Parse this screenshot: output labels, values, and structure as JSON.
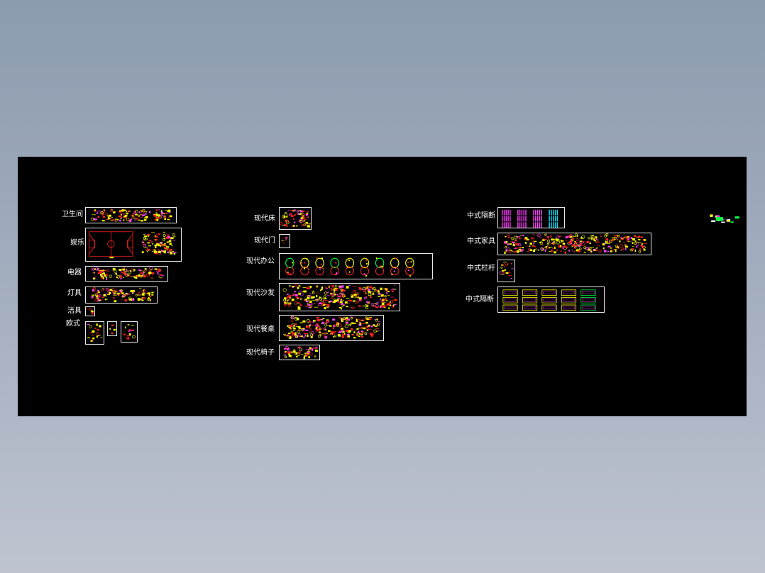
{
  "colors": {
    "background_top": "#8c9bae",
    "background_bottom": "#bfc4d0",
    "model_space": "#000000",
    "frame": "#e8e8e8",
    "yellow": "#ffff00",
    "red": "#ff2020",
    "magenta": "#ff40ff",
    "green": "#00ff40",
    "cyan": "#00e0ff",
    "white": "#ffffff"
  },
  "groups": {
    "left": {
      "bathroom": "卫生间",
      "entertainment": "娱乐",
      "appliances": "电器",
      "lighting": "灯具",
      "sanitary": "洁具",
      "european": "欧式"
    },
    "middle": {
      "modern_bed": "现代床",
      "modern_door": "现代门",
      "modern_office": "现代办公",
      "modern_sofa": "现代沙发",
      "modern_dining": "现代餐桌",
      "modern_chair": "现代椅子"
    },
    "right": {
      "chinese_partition_1": "中式隔断",
      "chinese_furniture": "中式家具",
      "chinese_railing": "中式栏杆",
      "chinese_partition_2": "中式隔断"
    }
  }
}
